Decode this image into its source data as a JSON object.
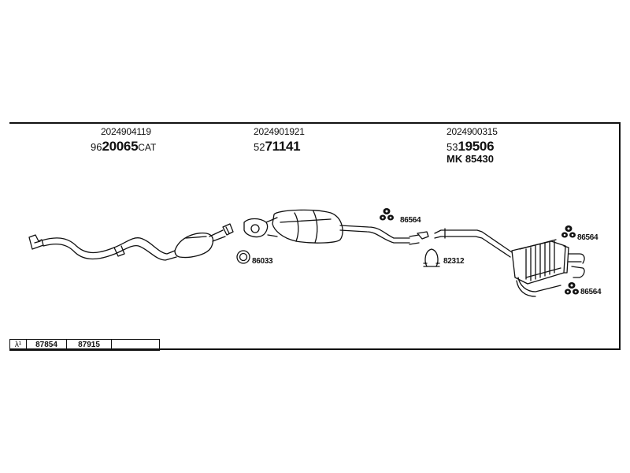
{
  "groups": [
    {
      "oem": "2024904119",
      "part_prefix": "96",
      "part_main": "20065",
      "part_suffix": "CAT"
    },
    {
      "oem": "2024901921",
      "part_prefix": "52",
      "part_main": "71141",
      "part_suffix": ""
    },
    {
      "oem": "2024900315",
      "part_prefix": "53",
      "part_main": "19506",
      "part_suffix": "",
      "mk": "MK  85430"
    }
  ],
  "accessories": {
    "gasket_left": "86033",
    "hanger_mid": "86564",
    "clamp_mid": "82312",
    "hanger_right_top": "86564",
    "hanger_right_bottom": "86564"
  },
  "legend": {
    "lambda": "λ¹",
    "cells": [
      "87854",
      "87915",
      ""
    ]
  }
}
